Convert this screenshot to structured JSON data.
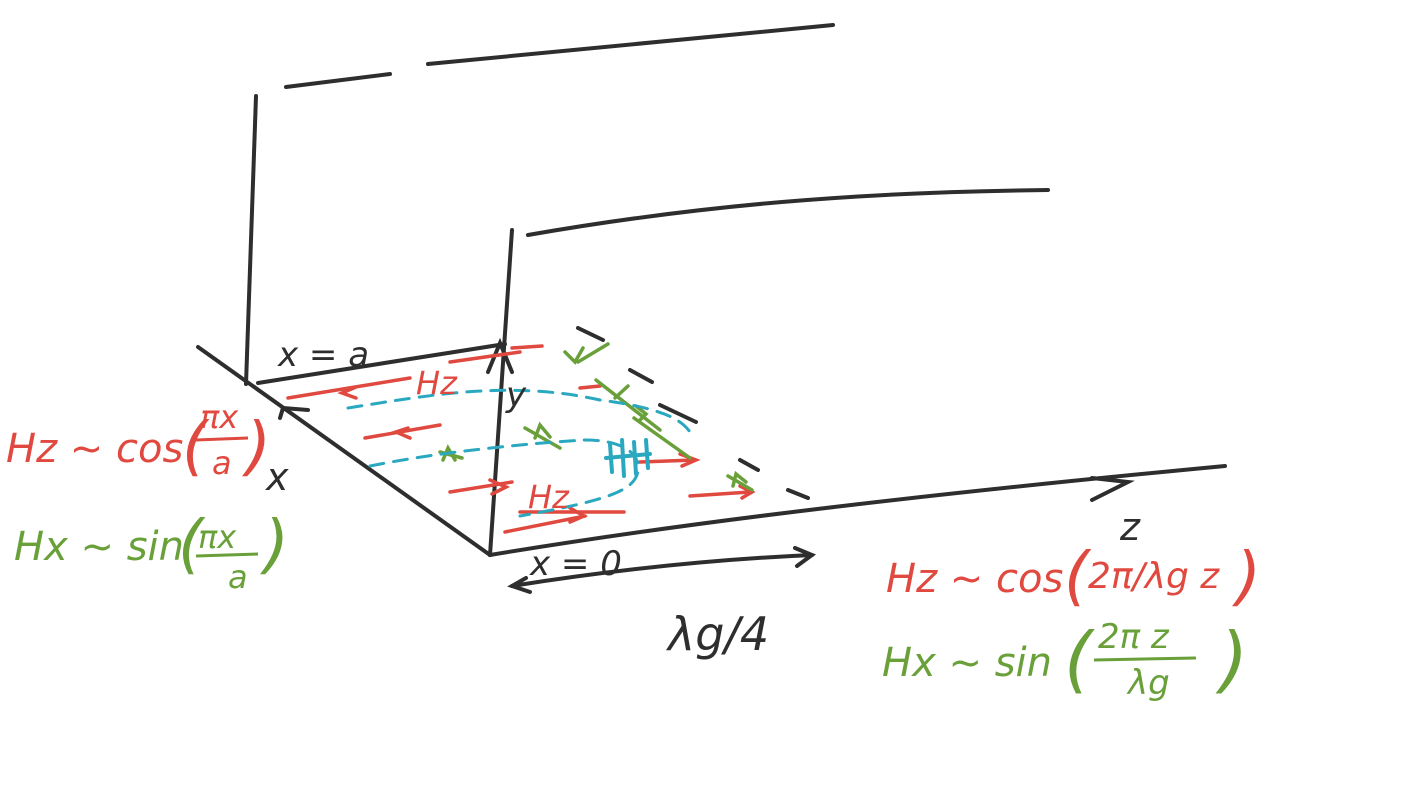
{
  "colors": {
    "ink": "#2e2e2e",
    "hz": "#e0493f",
    "hx": "#6aa03a",
    "current": "#2aa8c0",
    "background": "#ffffff"
  },
  "labels": {
    "x_eq_a": "x = a",
    "x_eq_0": "x = 0",
    "y_axis": "y",
    "x_axis": "x",
    "z_axis": "z",
    "hz_field": "Hz",
    "hz_field_2": "Hz",
    "lambda_quarter": "λg/4"
  },
  "left_equations": {
    "hz": {
      "lhs": "Hz ~ cos",
      "num": "πx",
      "den": "a"
    },
    "hx": {
      "lhs": "Hx ~ sin",
      "num": "πx",
      "den": "a"
    }
  },
  "right_equations": {
    "hz": {
      "lhs": "Hz ~ cos",
      "arg": "2π/λg z"
    },
    "hx": {
      "lhs": "Hx ~ sin",
      "num": "2π z",
      "den": "λg"
    }
  }
}
